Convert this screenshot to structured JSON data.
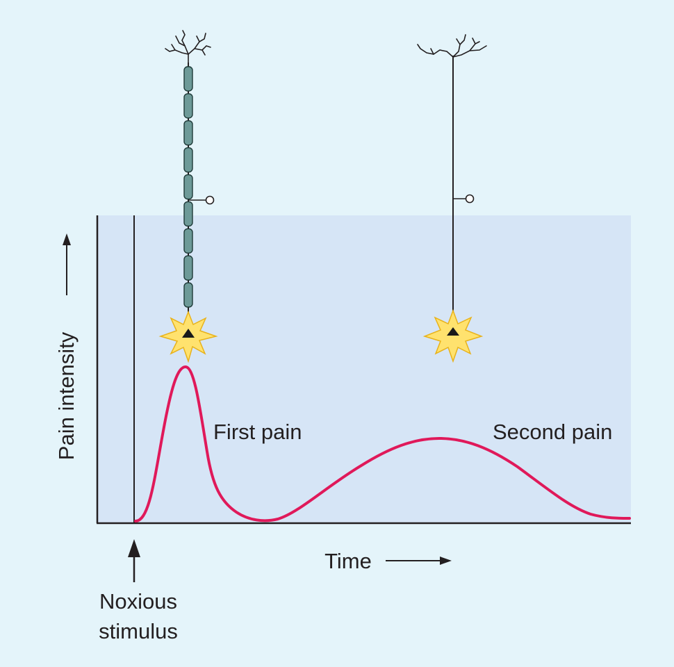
{
  "labels": {
    "y_axis": "Pain intensity",
    "x_axis": "Time",
    "stimulus_line1": "Noxious",
    "stimulus_line2": "stimulus",
    "first_pain": "First pain",
    "second_pain": "Second pain"
  },
  "neurons": [
    {
      "fiber": "myelinated",
      "stimulated": true
    },
    {
      "fiber": "unmyelinated",
      "stimulated": true
    }
  ],
  "curve": {
    "shape": "two peaks: a tall, brief first peak followed by a lower, broader second peak",
    "peaks": [
      {
        "label": "First pain",
        "relative_height": 1.0
      },
      {
        "label": "Second pain",
        "relative_height": 0.54
      }
    ]
  },
  "colors": {
    "background": "#e4f4fa",
    "plot_area": "#d6e5f6",
    "curve": "#e0195a",
    "myelin": "#6d9a98",
    "starburst": "#ffe26e",
    "ink": "#231f20"
  }
}
